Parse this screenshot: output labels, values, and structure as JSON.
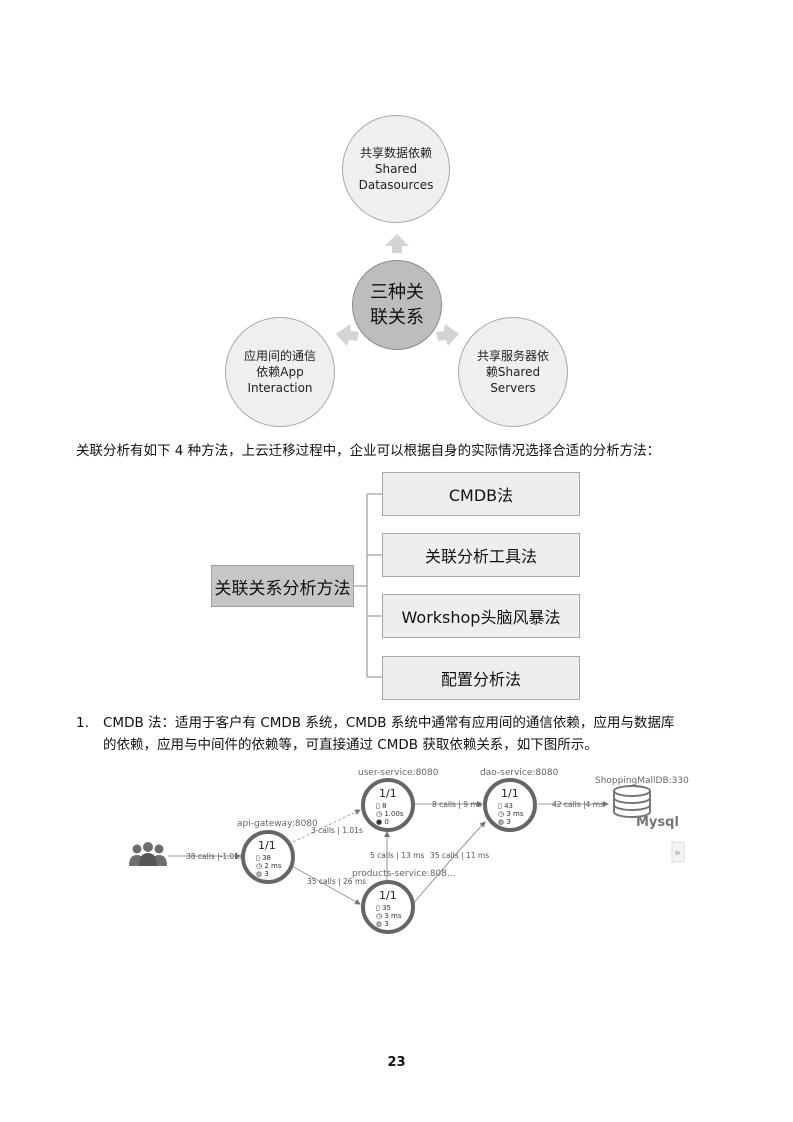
{
  "diagram1": {
    "center": "三种关\n联关系",
    "top": "共享数据依赖\nShared\nDatasources",
    "left": "应用间的通信\n依赖App\nInteraction",
    "right": "共享服务器依\n赖Shared\nServers"
  },
  "intro_text": "关联分析有如下 4 种方法，上云迁移过程中，企业可以根据自身的实际情况选择合适的分析方法：",
  "diagram2": {
    "root": "关联关系分析方法",
    "items": [
      "CMDB法",
      "关联分析工具法",
      "Workshop头脑风暴法",
      "配置分析法"
    ]
  },
  "list_item": {
    "number": "1.",
    "line1": "CMDB 法：适用于客户有 CMDB 系统，CMDB 系统中通常有应用间的通信依赖，应用与数据库",
    "line2": "的依赖，应用与中间件的依赖等，可直接通过 CMDB 获取依赖关系，如下图所示。"
  },
  "topology": {
    "services": {
      "api_gateway": {
        "name": "api-gateway:8080",
        "ratio": "1/1",
        "stat1": "38",
        "stat2": "2 ms",
        "stat3": "3"
      },
      "user_service": {
        "name": "user-service:8080",
        "ratio": "1/1",
        "stat1": "8",
        "stat2": "1.00s",
        "stat3": "0"
      },
      "dao_service": {
        "name": "dao-service:8080",
        "ratio": "1/1",
        "stat1": "43",
        "stat2": "3 ms",
        "stat3": "3"
      },
      "products_service": {
        "name": "products-service:808...",
        "ratio": "1/1",
        "stat1": "35",
        "stat2": "3 ms",
        "stat3": "3"
      }
    },
    "db_name": "ShoppingMallDB:330",
    "db_label": "Mysql",
    "edges": {
      "users_to_gateway": "38 calls |-1.01s",
      "gateway_to_user": "3 calls | 1.01s",
      "gateway_to_products": "35 calls | 26 ms",
      "products_to_user": "5 calls | 13 ms",
      "products_to_dao": "35 calls | 11 ms",
      "user_to_dao": "8 calls | 9 ms",
      "dao_to_db": "42 calls |4 ms"
    },
    "expand_glyph": "»"
  },
  "page_number": "23"
}
